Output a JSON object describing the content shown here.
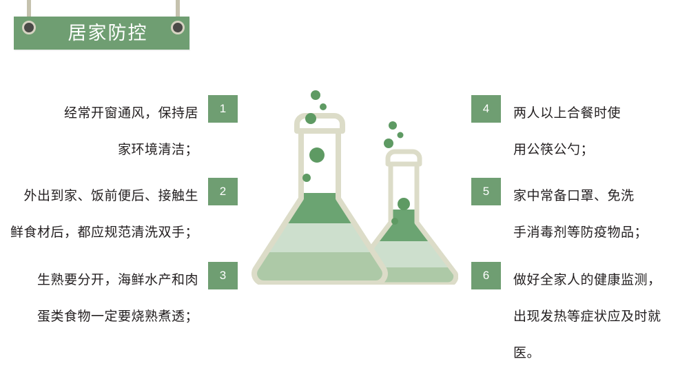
{
  "header": {
    "title": "居家防控",
    "board_color": "#6f9e72",
    "rope_color": "#c5c2ae",
    "pin_color": "#4a4a47"
  },
  "left_items": [
    {
      "number": "1",
      "lines": [
        "经常开窗通风，保持居",
        "家环境清洁；"
      ]
    },
    {
      "number": "2",
      "lines": [
        "外出到家、饭前便后、接触生",
        "鲜食材后，都应规范清洗双手；"
      ]
    },
    {
      "number": "3",
      "lines": [
        "生熟要分开，海鲜水产和肉",
        "蛋类食物一定要烧熟煮透；"
      ]
    }
  ],
  "right_items": [
    {
      "number": "4",
      "lines": [
        "两人以上合餐时使",
        "用公筷公勺；"
      ]
    },
    {
      "number": "5",
      "lines": [
        "家中常备口罩、免洗",
        "手消毒剂等防疫物品；"
      ]
    },
    {
      "number": "6",
      "lines": [
        "做好全家人的健康监测，",
        "出现发热等症状应及时就",
        "医。"
      ]
    }
  ],
  "illustration": {
    "name": "two-erlenmeyer-flasks-with-bubbles",
    "outline_color": "#dcdcc8",
    "liquid_top_color": "#6ba472",
    "liquid_mid_color": "#cddfcd",
    "liquid_bottom_color": "#adc9a7",
    "bubble_color": "#5e9a63",
    "bubble_count": 10
  },
  "colors": {
    "accent_green": "#6f9e72",
    "text": "#231f20",
    "background": "#ffffff"
  }
}
